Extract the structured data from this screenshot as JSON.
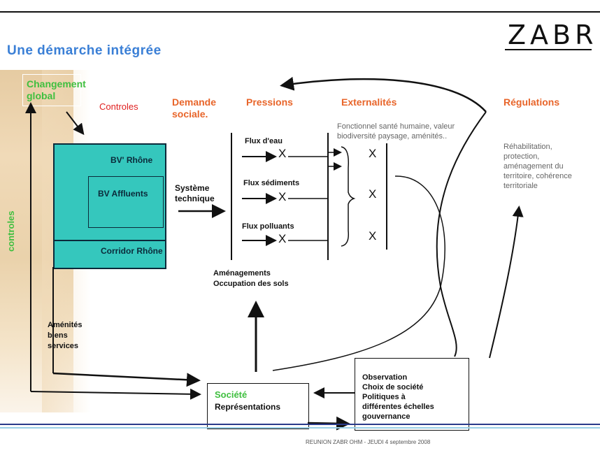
{
  "logo": "ZABR",
  "title": "Une démarche intégrée",
  "changement_global": [
    "Changement",
    "global"
  ],
  "controles_label": "Controles",
  "controles_vertical": "controles",
  "headers": {
    "demande_sociale": [
      "Demande",
      "sociale."
    ],
    "pressions": "Pressions",
    "externalites": "Externalités",
    "regulations": "Régulations"
  },
  "bv": {
    "rhone": "BV' Rhône",
    "affluents": "BV Affluents",
    "corridor": "Corridor Rhône"
  },
  "systeme_technique": [
    "Système",
    "technique"
  ],
  "flux": [
    "Flux d'eau",
    "Flux sédiments",
    "Flux polluants"
  ],
  "x_mark": "X",
  "externalites_text": [
    "Fonctionnel santé humaine, valeur",
    "biodiversité paysage, aménités.."
  ],
  "regulations_text": [
    "Réhabilitation,",
    "protection,",
    "aménagement du",
    "territoire, cohérence",
    "territoriale"
  ],
  "amenagements": [
    "Aménagements",
    "Occupation des sols"
  ],
  "amenites": [
    "Aménités",
    "biens",
    "services"
  ],
  "societe": {
    "title": "Société",
    "sub": "Représentations"
  },
  "observation": [
    "Observation",
    "Choix de société",
    "Politiques à",
    "différentes échelles",
    "gouvernance"
  ],
  "footer": "REUNION ZABR OHM - JEUDI 4 septembre 2008",
  "colors": {
    "title_blue": "#3a7fd6",
    "header_orange": "#e8652a",
    "teal_box": "#35c7bd",
    "green": "#3fbf3f",
    "red": "#e02020"
  }
}
